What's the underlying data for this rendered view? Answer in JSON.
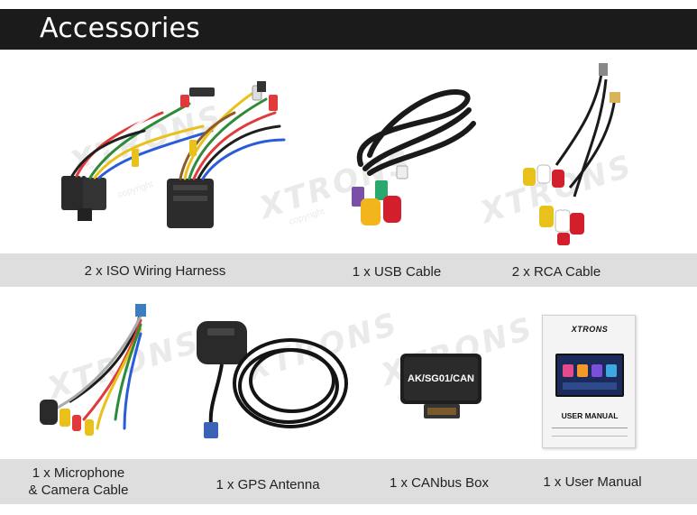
{
  "header": {
    "title": "Accessories"
  },
  "brand": {
    "watermark": "XTRONS",
    "watermark_sub": "copyright"
  },
  "products": [
    {
      "id": "iso-harness",
      "caption": "2 x ISO Wiring Harness"
    },
    {
      "id": "usb-cable",
      "caption": "1 x USB Cable"
    },
    {
      "id": "rca-cable",
      "caption": "2 x RCA Cable"
    },
    {
      "id": "mic-camera",
      "caption_line1": "1 x Microphone",
      "caption_line2": "& Camera Cable"
    },
    {
      "id": "gps-antenna",
      "caption": "1 x GPS Antenna"
    },
    {
      "id": "canbus-box",
      "caption": "1 x CANbus Box",
      "box_label": "AK/SG01/CAN"
    },
    {
      "id": "user-manual",
      "caption": "1 x User Manual",
      "manual_brand": "XTRONS",
      "manual_title": "USER MANUAL"
    }
  ],
  "colors": {
    "header_bg": "#1b1b1b",
    "caption_bar_bg": "#dedede",
    "usb_red": "#d21f2b",
    "usb_yellow": "#f2b61c",
    "usb_green": "#2aa86e",
    "usb_purple": "#7a4fa8"
  }
}
